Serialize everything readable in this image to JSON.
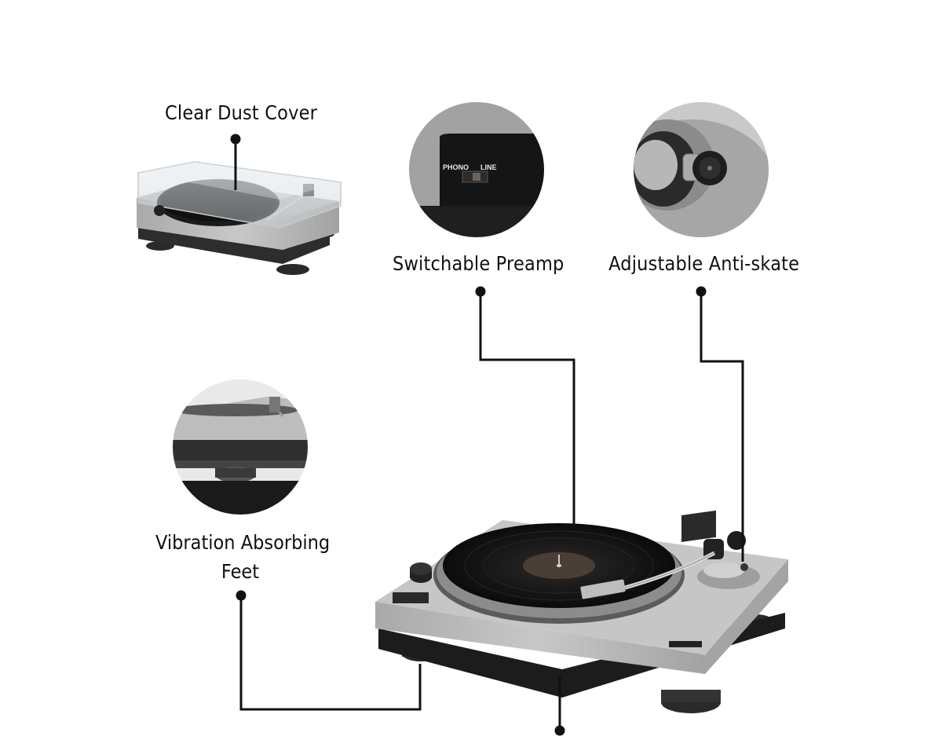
{
  "callouts": {
    "dust_cover": "Clear Dust Cover",
    "preamp": "Switchable Preamp",
    "anti_skate": "Adjustable Anti-skate",
    "feet_line1": "Vibration Absorbing",
    "feet_line2": "Feet"
  },
  "preamp_switch": {
    "phono": "PHONO",
    "line": "LINE"
  },
  "colors": {
    "line": "#111111",
    "silver": "#b9b9b9",
    "record": "#141414",
    "base": "#1e1e1e"
  }
}
